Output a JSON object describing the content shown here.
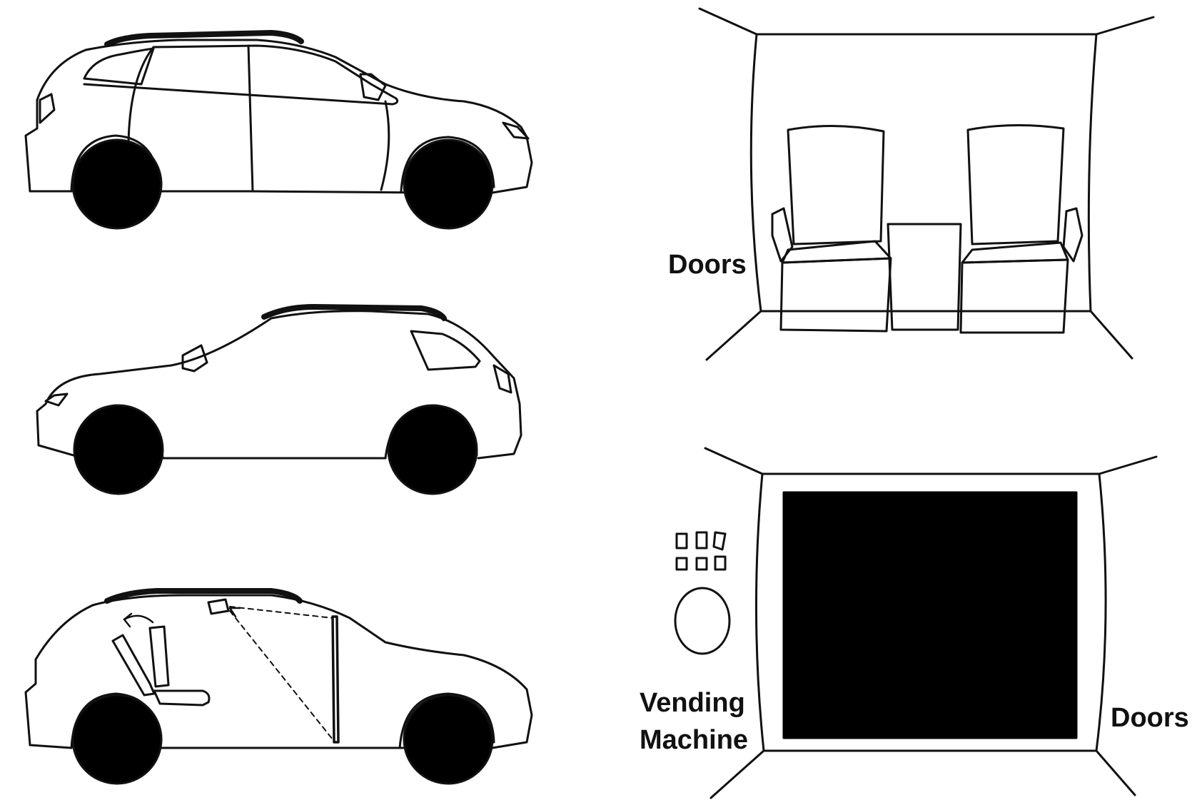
{
  "labels": {
    "doors_top": "Doors",
    "vending_line1": "Vending",
    "vending_line2": "Machine",
    "doors_bottom": "Doors"
  },
  "colors": {
    "stroke": "#111111",
    "fill_dark": "#000000",
    "background": "#ffffff"
  }
}
